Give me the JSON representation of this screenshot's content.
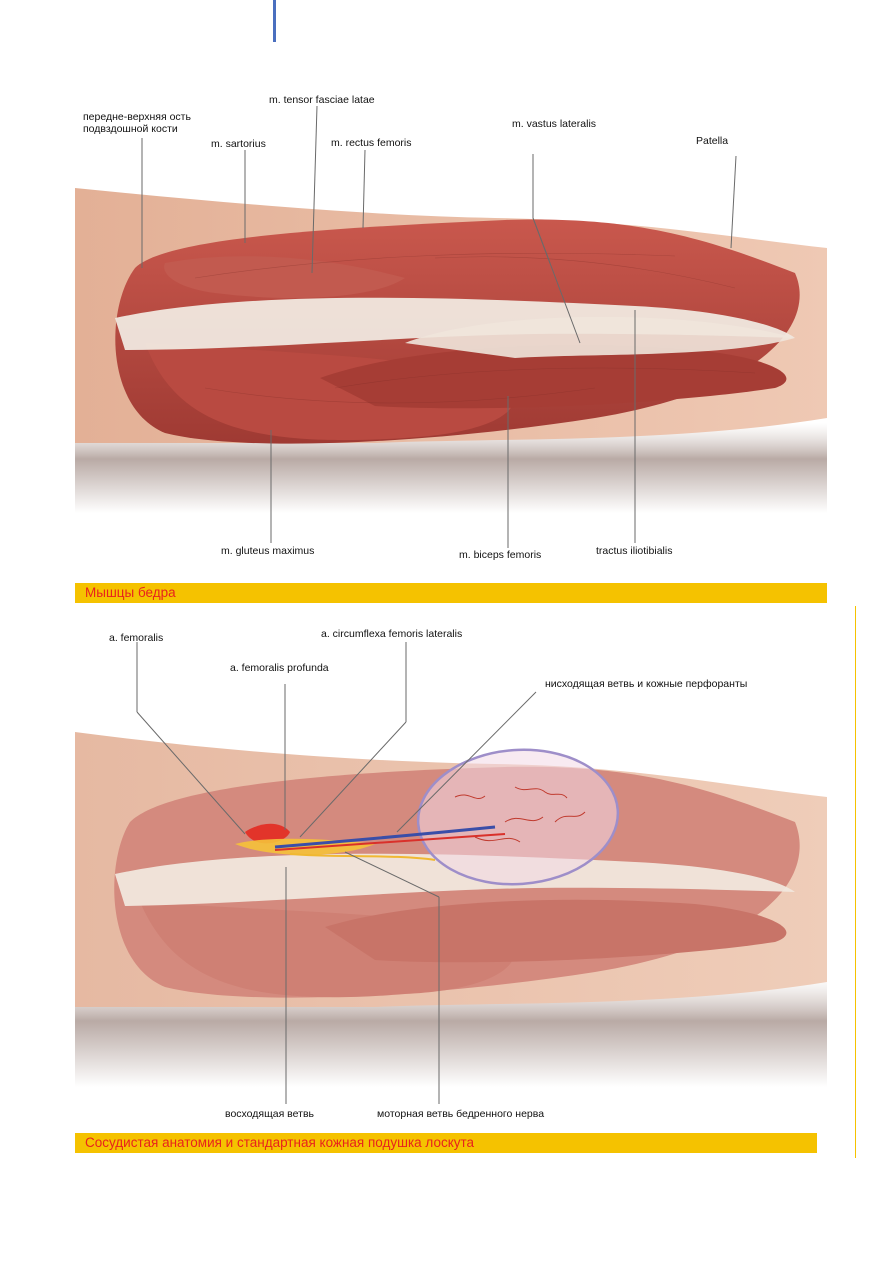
{
  "figure1": {
    "labels": {
      "asis": "передне-верхняя ость\nподвздошной кости",
      "sartorius": "m. sartorius",
      "tensor": "m. tensor fasciae latae",
      "rectus": "m. rectus femoris",
      "vastus": "m. vastus lateralis",
      "patella": "Patella",
      "gluteus": "m. gluteus maximus",
      "biceps": "m. biceps femoris",
      "tractus": "tractus iliotibialis"
    },
    "caption": "Мышцы бедра"
  },
  "figure2": {
    "labels": {
      "femoralis": "a. femoralis",
      "circumflexa": "a. circumflexa femoris lateralis",
      "profunda": "a. femoralis profunda",
      "descending": "нисходящая ветвь и кожные перфоранты",
      "ascending": "восходящая ветвь",
      "motor": "моторная ветвь бедренного нерва"
    },
    "caption": "Сосудистая анатомия и стандартная кожная подушка лоскута"
  },
  "colors": {
    "caption_bg": "#f5c200",
    "caption_text": "#e8231c",
    "muscle": "#b8453d",
    "fascia": "#efe6dc",
    "skin": "#e8b89c"
  }
}
